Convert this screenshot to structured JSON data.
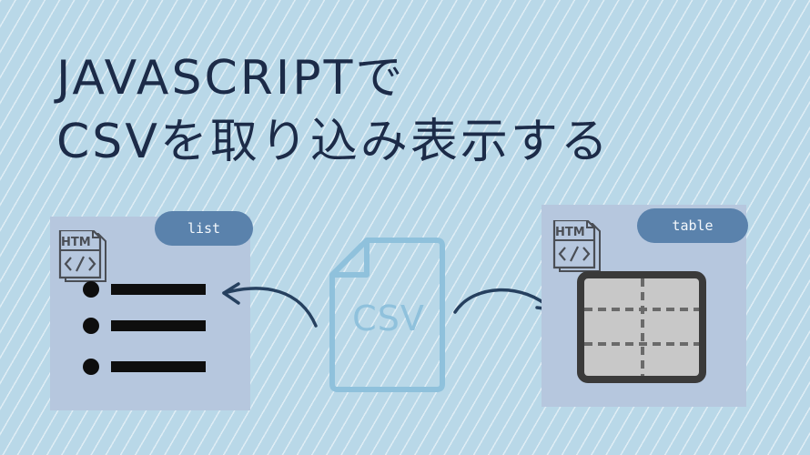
{
  "title": {
    "line1": "JAVASCRIPTで",
    "line2": "CSVを取り込み表示する"
  },
  "left_panel": {
    "tag": "list",
    "html_icon_text": "HTM",
    "icon": "html-file-icon",
    "content_icon": "bulleted-list-icon"
  },
  "right_panel": {
    "tag": "table",
    "html_icon_text": "HTM",
    "icon": "html-file-icon",
    "content_icon": "table-grid-icon"
  },
  "center": {
    "file_label": "CSV",
    "icon": "csv-file-icon"
  },
  "colors": {
    "background": "#b9d8e8",
    "title_text": "#1c2b48",
    "panel": "#b6c7de",
    "tag_pill": "#5a82ac",
    "csv_file": "#8fc1dc",
    "arrow": "#26405f",
    "table_fill": "#c8c8c8",
    "table_border": "#3a3a3a"
  }
}
